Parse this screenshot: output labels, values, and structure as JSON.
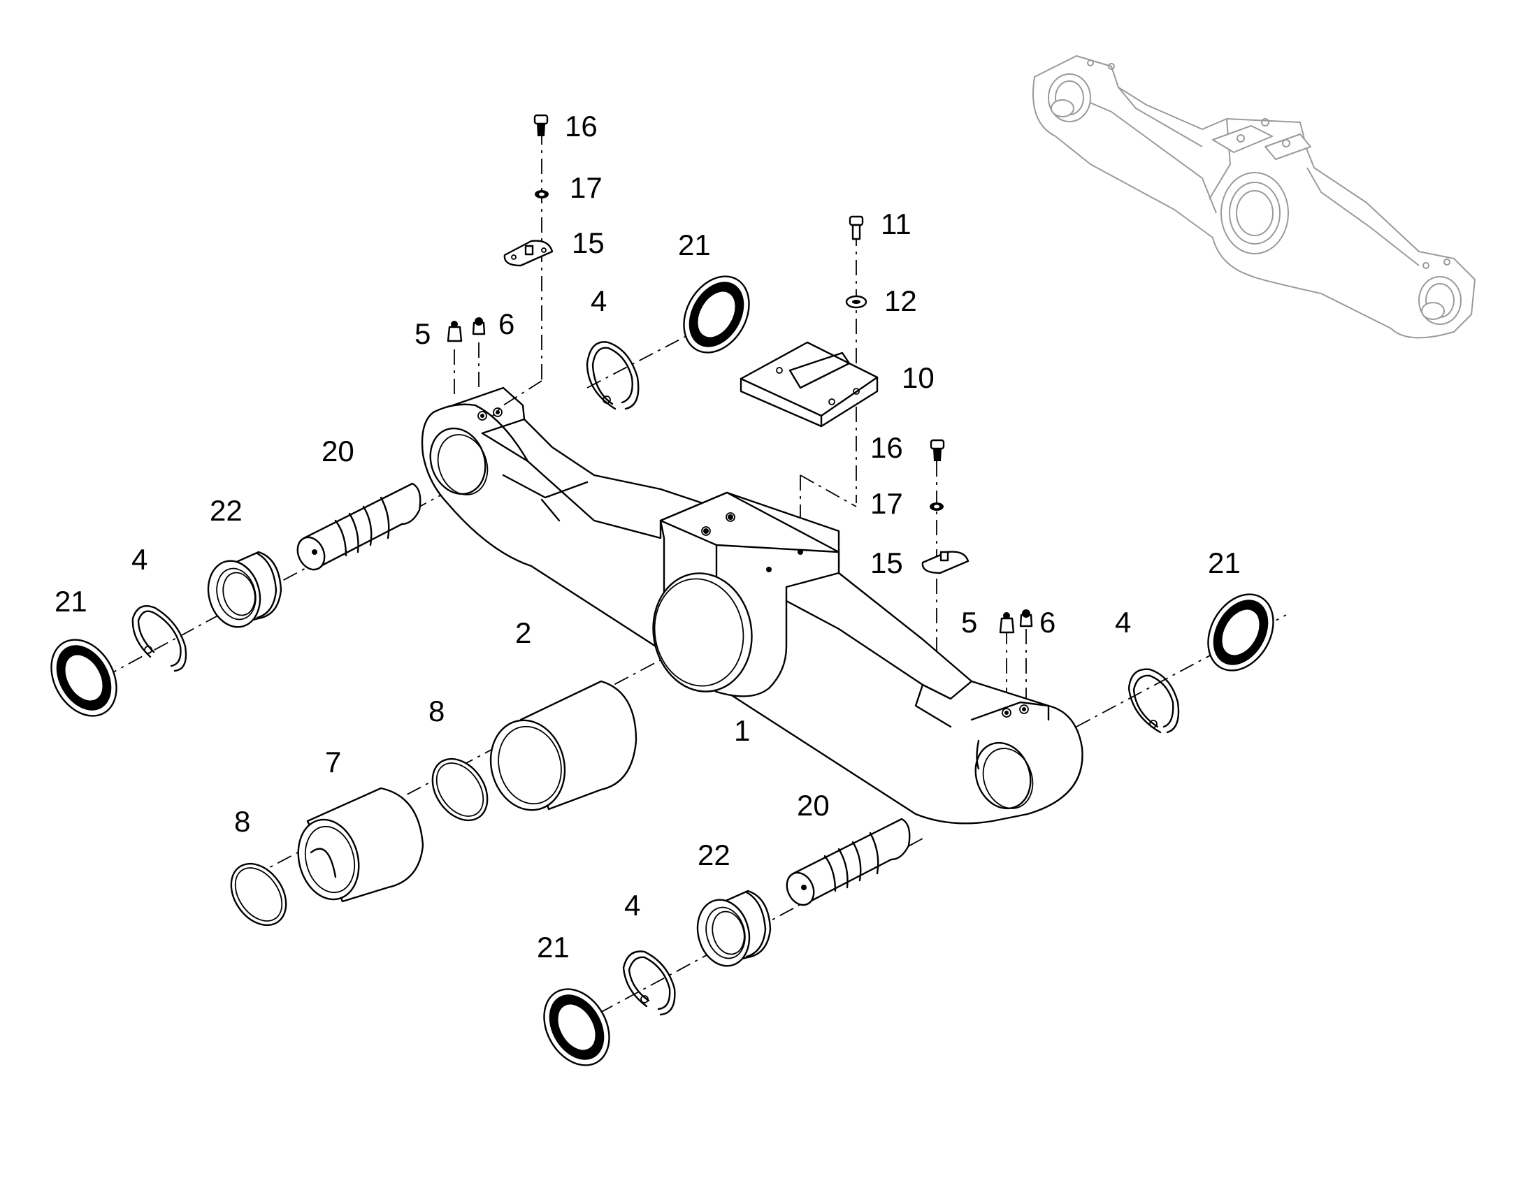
{
  "diagram": {
    "part_labels": {
      "p1": "1",
      "p2": "2",
      "p4a": "4",
      "p4b": "4",
      "p4c": "4",
      "p4d": "4",
      "p5a": "5",
      "p5b": "5",
      "p6a": "6",
      "p6b": "6",
      "p7": "7",
      "p8a": "8",
      "p8b": "8",
      "p10": "10",
      "p11": "11",
      "p12": "12",
      "p15a": "15",
      "p15b": "15",
      "p16a": "16",
      "p16b": "16",
      "p17a": "17",
      "p17b": "17",
      "p20a": "20",
      "p20b": "20",
      "p21a": "21",
      "p21b": "21",
      "p21c": "21",
      "p21d": "21",
      "p22a": "22",
      "p22b": "22"
    }
  }
}
